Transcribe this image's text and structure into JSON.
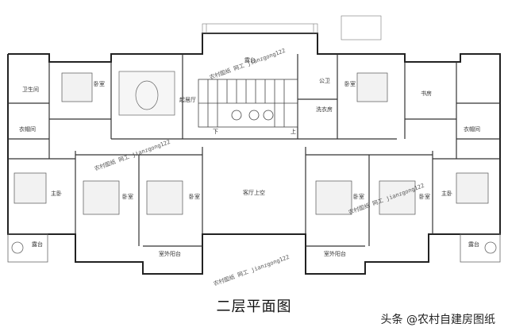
{
  "plan": {
    "title": "二层平面图",
    "source_credit": "头条 @农村自建房图纸",
    "watermark": "农村图纸 网工 jianzgong122",
    "rooms": {
      "bath_left": "卫生间",
      "bed_top_left": "卧室",
      "closet_left": "衣帽间",
      "lounge": "起居厅",
      "stair_up": "上",
      "stair_down": "下",
      "balcony_top": "露台",
      "bath_mid": "公卫",
      "laundry": "洗衣房",
      "bed_top_right": "卧室",
      "study": "书房",
      "closet_right": "衣帽间",
      "master_left": "主卧",
      "bed_mid_left": "卧室",
      "bed_center_left": "卧室",
      "hall_void": "客厅上空",
      "bed_center_right": "卧室",
      "bed_mid_right": "卧室",
      "master_right": "主卧",
      "terrace_left": "露台",
      "terrace_right": "露台",
      "outdoor_balcony_left": "室外阳台",
      "outdoor_balcony_right": "室外阳台"
    }
  }
}
